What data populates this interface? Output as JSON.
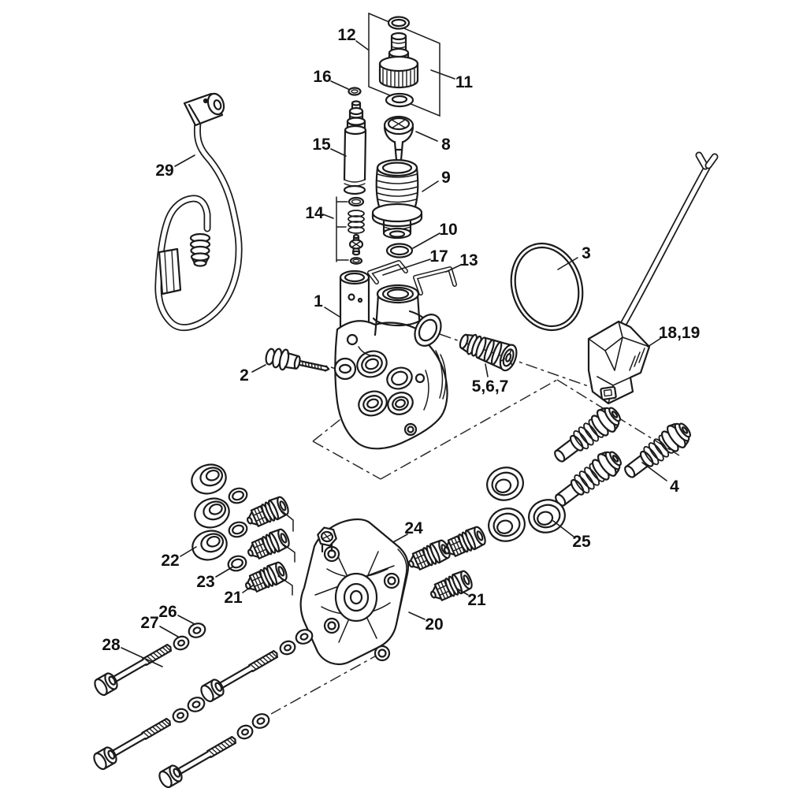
{
  "diagram": {
    "type": "exploded-parts-diagram",
    "colors": {
      "line": "#1b1b1b",
      "background": "#ffffff"
    },
    "callouts": {
      "n1": {
        "text": "1"
      },
      "n2": {
        "text": "2"
      },
      "n3": {
        "text": "3"
      },
      "n4": {
        "text": "4"
      },
      "n567": {
        "text": "5,6,7"
      },
      "n8": {
        "text": "8"
      },
      "n9": {
        "text": "9"
      },
      "n10": {
        "text": "10"
      },
      "n11": {
        "text": "11"
      },
      "n12": {
        "text": "12"
      },
      "n13": {
        "text": "13"
      },
      "n14": {
        "text": "14"
      },
      "n15": {
        "text": "15"
      },
      "n16": {
        "text": "16"
      },
      "n17": {
        "text": "17"
      },
      "n1819": {
        "text": "18,19"
      },
      "n20": {
        "text": "20"
      },
      "n21_right": {
        "text": "21"
      },
      "n21_left": {
        "text": "21"
      },
      "n22": {
        "text": "22"
      },
      "n23": {
        "text": "23"
      },
      "n24": {
        "text": "24"
      },
      "n25": {
        "text": "25"
      },
      "n26": {
        "text": "26"
      },
      "n27": {
        "text": "27"
      },
      "n28": {
        "text": "28"
      },
      "n29": {
        "text": "29"
      }
    }
  }
}
